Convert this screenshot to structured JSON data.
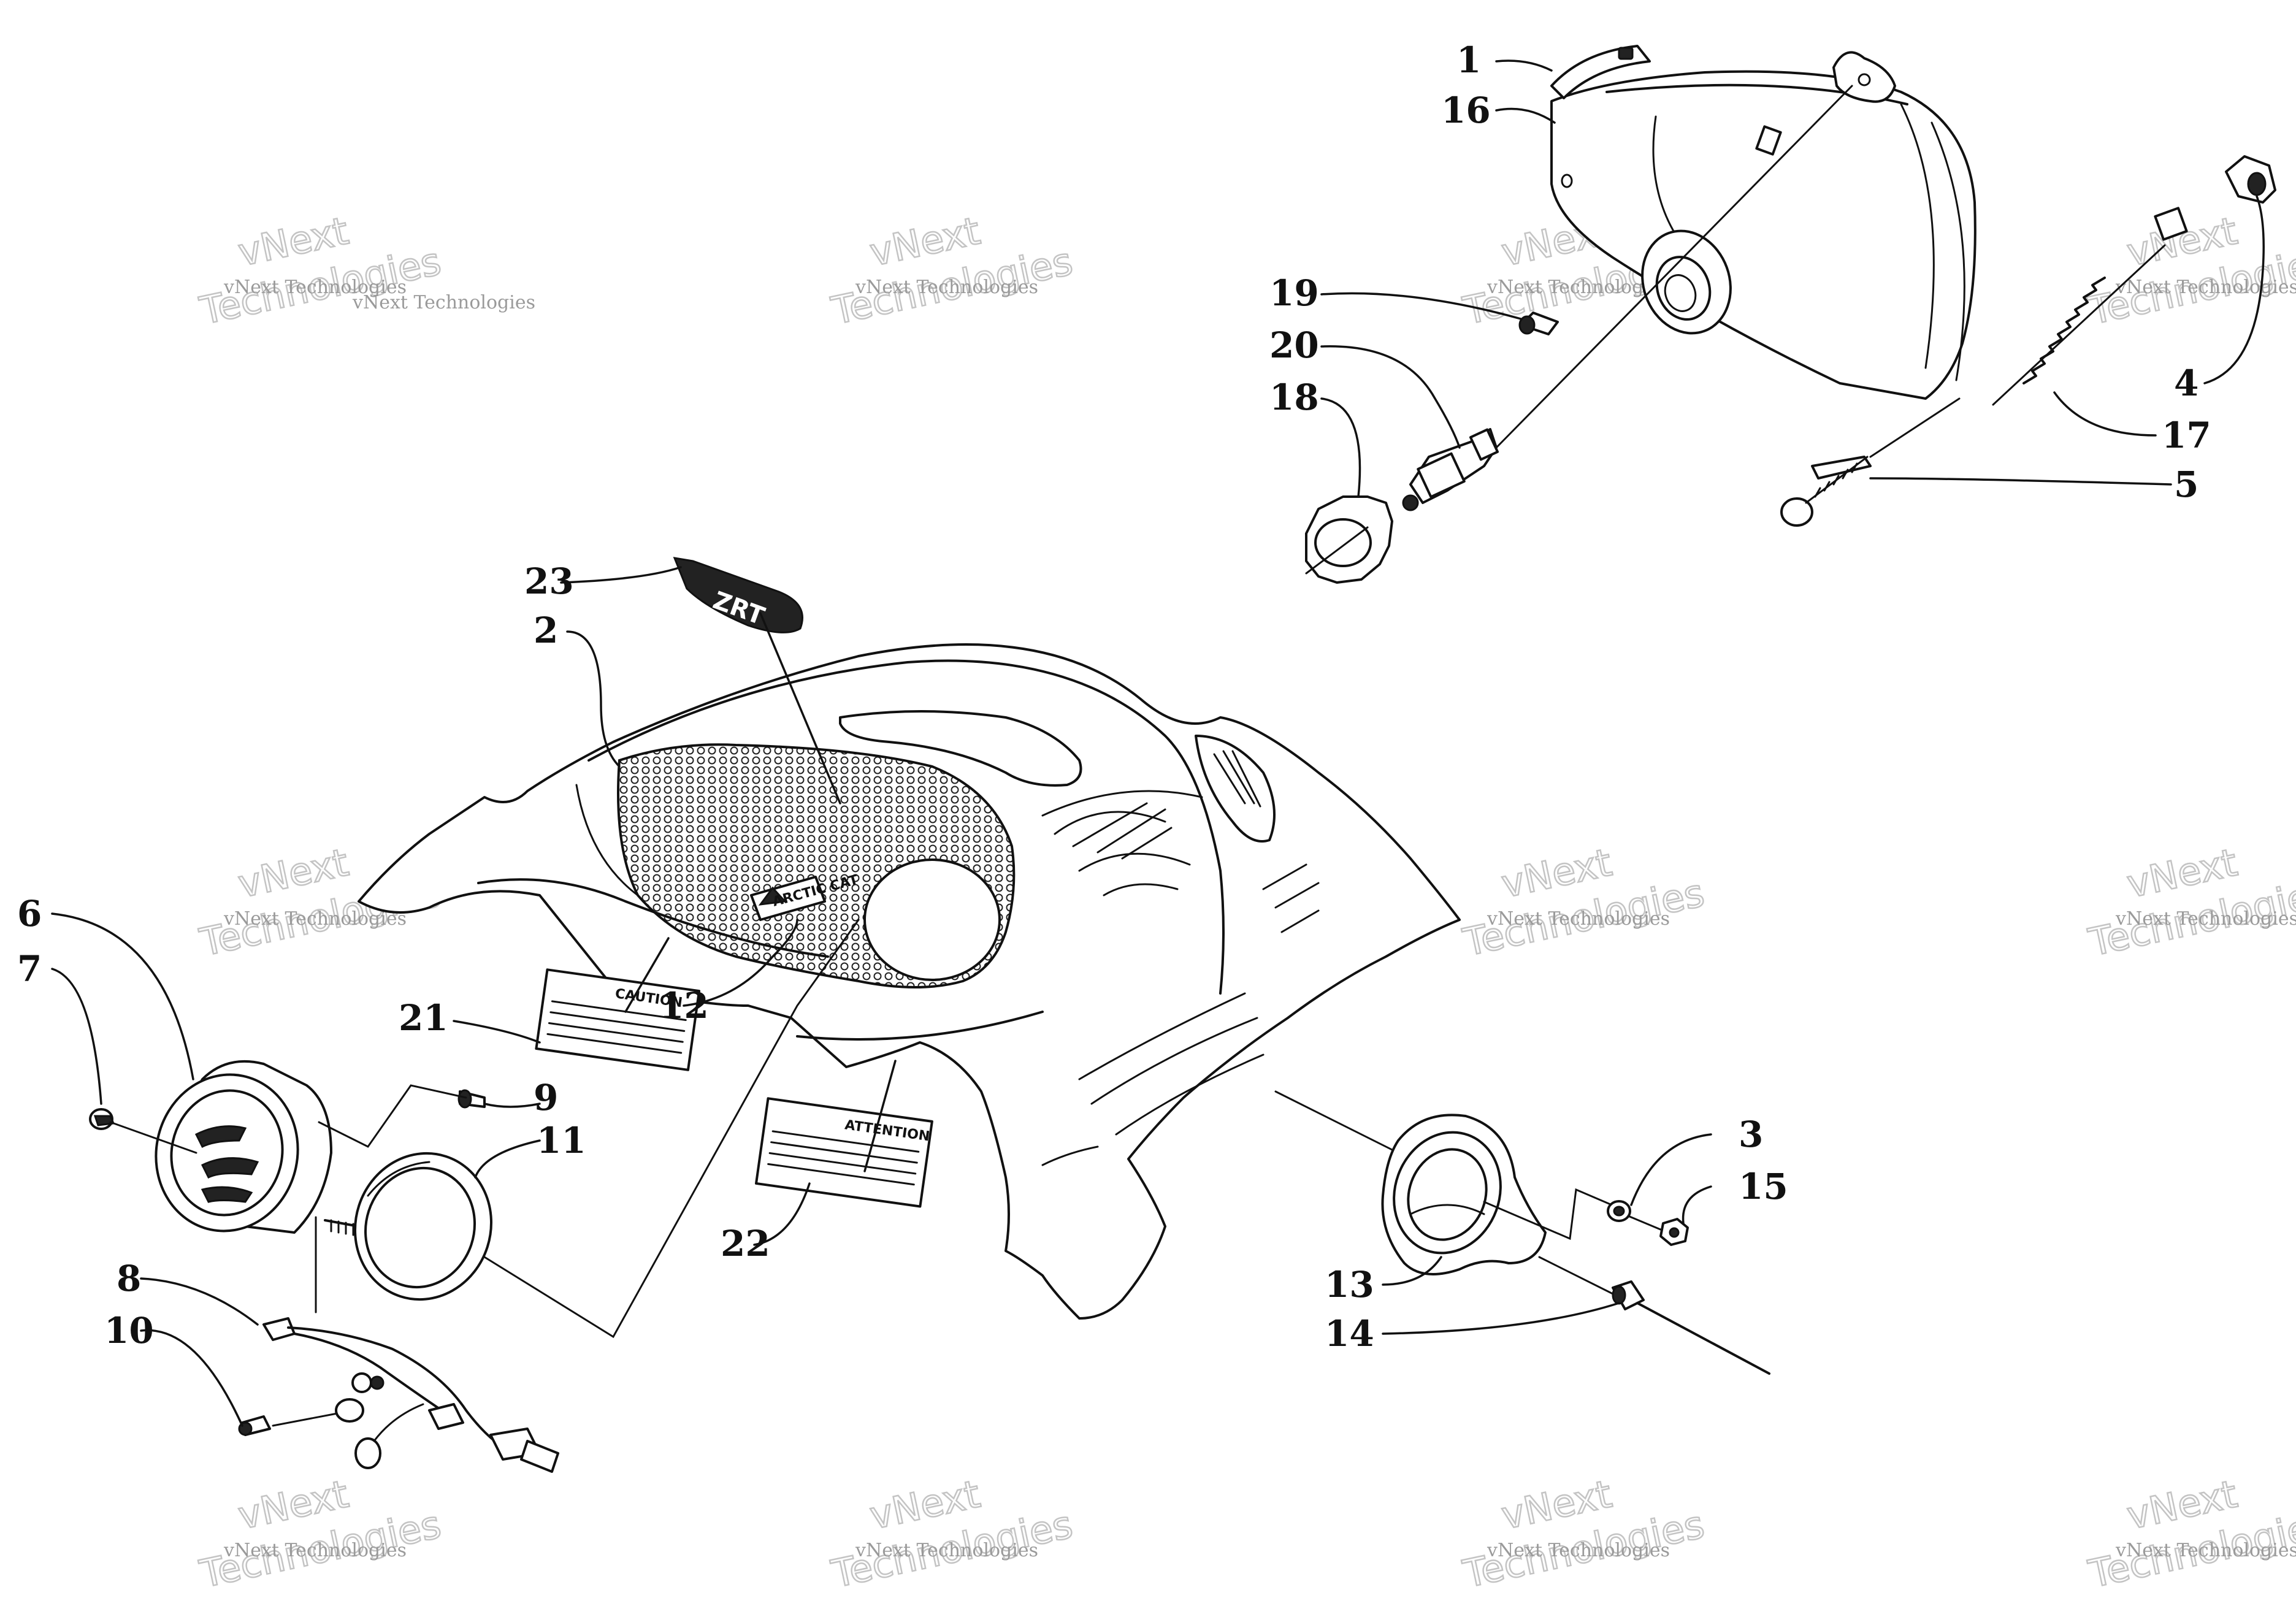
{
  "diagram": {
    "part_labels": {
      "p1": "1",
      "p2": "2",
      "p3": "3",
      "p4": "4",
      "p5": "5",
      "p6": "6",
      "p7": "7",
      "p8": "8",
      "p9": "9",
      "p10": "10",
      "p11": "11",
      "p12": "12",
      "p13": "13",
      "p14": "14",
      "p15": "15",
      "p16": "16",
      "p17": "17",
      "p18": "18",
      "p19": "19",
      "p20": "20",
      "p21": "21",
      "p22": "22",
      "p23": "23"
    },
    "decals": {
      "caution": "CAUTION",
      "attention": "ATTENTION",
      "brand": "ARCTIC CAT",
      "logo": "ZRT"
    },
    "watermark": {
      "small_text": "vNext Technologies",
      "big_line1": "vNext",
      "big_line2": "Technologies"
    },
    "colors": {
      "ink": "#111111",
      "watermark": "#9a9a9a",
      "background": "#ffffff"
    }
  }
}
